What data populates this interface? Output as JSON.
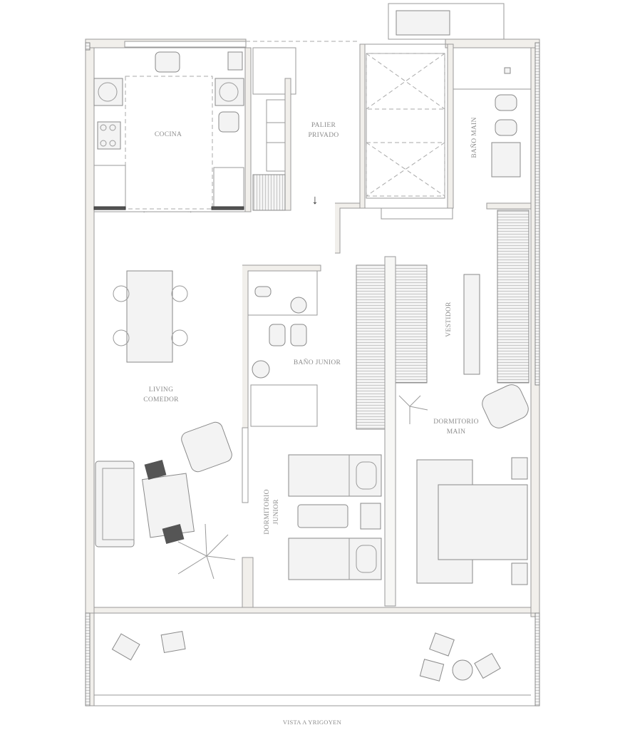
{
  "plan": {
    "rooms": {
      "cocina": "COCINA",
      "palier_1": "PALIER",
      "palier_2": "PRIVADO",
      "bano_main": "BAÑO MAIN",
      "vestidor": "VESTIDOR",
      "bano_junior": "BAÑO JUNIOR",
      "living_1": "LIVING",
      "living_2": "COMEDOR",
      "dorm_main_1": "DORMITORIO",
      "dorm_main_2": "MAIN",
      "dorm_junior_1": "DORMITORIO",
      "dorm_junior_2": "JUNIOR"
    },
    "footer": "VISTA A YRIGOYEN",
    "colors": {
      "wall_fill": "#f1efeb",
      "line": "#9a9a9a",
      "text": "#8c8c8c"
    }
  }
}
